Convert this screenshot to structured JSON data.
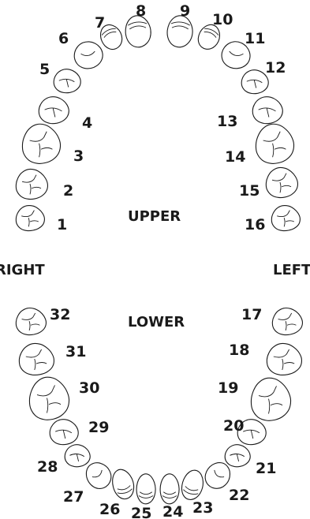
{
  "labels": {
    "upper": "UPPER",
    "lower": "LOWER",
    "right": "RIGHT",
    "left": "LEFT"
  },
  "teeth": [
    {
      "n": "1",
      "kind": "molar"
    },
    {
      "n": "2",
      "kind": "molar"
    },
    {
      "n": "3",
      "kind": "molar"
    },
    {
      "n": "4",
      "kind": "premolar"
    },
    {
      "n": "5",
      "kind": "premolar"
    },
    {
      "n": "6",
      "kind": "canine"
    },
    {
      "n": "7",
      "kind": "incisor"
    },
    {
      "n": "8",
      "kind": "incisor"
    },
    {
      "n": "9",
      "kind": "incisor"
    },
    {
      "n": "10",
      "kind": "incisor"
    },
    {
      "n": "11",
      "kind": "canine"
    },
    {
      "n": "12",
      "kind": "premolar"
    },
    {
      "n": "13",
      "kind": "premolar"
    },
    {
      "n": "14",
      "kind": "molar"
    },
    {
      "n": "15",
      "kind": "molar"
    },
    {
      "n": "16",
      "kind": "molar"
    },
    {
      "n": "17",
      "kind": "molar"
    },
    {
      "n": "18",
      "kind": "molar"
    },
    {
      "n": "19",
      "kind": "molar"
    },
    {
      "n": "20",
      "kind": "premolar"
    },
    {
      "n": "21",
      "kind": "premolar"
    },
    {
      "n": "22",
      "kind": "canine"
    },
    {
      "n": "23",
      "kind": "incisor"
    },
    {
      "n": "24",
      "kind": "incisor"
    },
    {
      "n": "25",
      "kind": "incisor"
    },
    {
      "n": "26",
      "kind": "incisor"
    },
    {
      "n": "27",
      "kind": "canine"
    },
    {
      "n": "28",
      "kind": "premolar"
    },
    {
      "n": "29",
      "kind": "premolar"
    },
    {
      "n": "30",
      "kind": "molar"
    },
    {
      "n": "31",
      "kind": "molar"
    },
    {
      "n": "32",
      "kind": "molar"
    }
  ]
}
